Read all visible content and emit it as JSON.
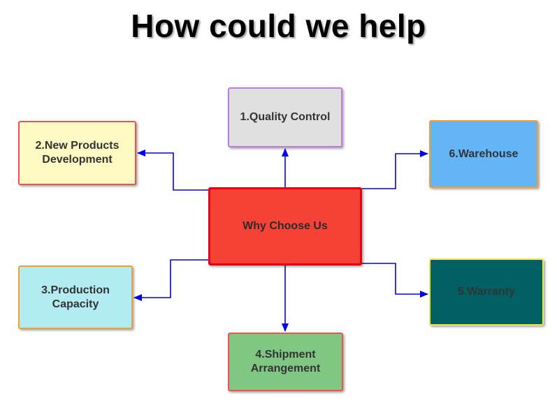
{
  "title": "How could we help",
  "nodes": {
    "center": {
      "label": "Why Choose Us",
      "fill": "#f44336",
      "border": "#e8000f",
      "text": "#2b2b2b"
    },
    "quality": {
      "label": "1.Quality Control",
      "fill": "#e0e0e0",
      "border": "#c27bd8",
      "text": "#333333"
    },
    "new_products": {
      "label": "2.New Products\nDevelopment",
      "fill": "#fff9c4",
      "border": "#ef5350",
      "text": "#333333"
    },
    "production": {
      "label": "3.Production\nCapacity",
      "fill": "#b2ebf2",
      "border": "#f0a030",
      "text": "#333333"
    },
    "shipment": {
      "label": "4.Shipment\nArrangement",
      "fill": "#81c784",
      "border": "#ef5350",
      "text": "#333333"
    },
    "warranty": {
      "label": "5.Warranty",
      "fill": "#006064",
      "border": "#f5e642",
      "text": "#333333"
    },
    "warehouse": {
      "label": "6.Warehouse",
      "fill": "#64b5f6",
      "border": "#f0a030",
      "text": "#333333"
    }
  },
  "connector_color": "#0000ee",
  "connections": [
    {
      "from": "center",
      "to": "quality"
    },
    {
      "from": "center",
      "to": "new_products"
    },
    {
      "from": "center",
      "to": "production"
    },
    {
      "from": "center",
      "to": "shipment"
    },
    {
      "from": "center",
      "to": "warranty"
    },
    {
      "from": "center",
      "to": "warehouse"
    }
  ]
}
